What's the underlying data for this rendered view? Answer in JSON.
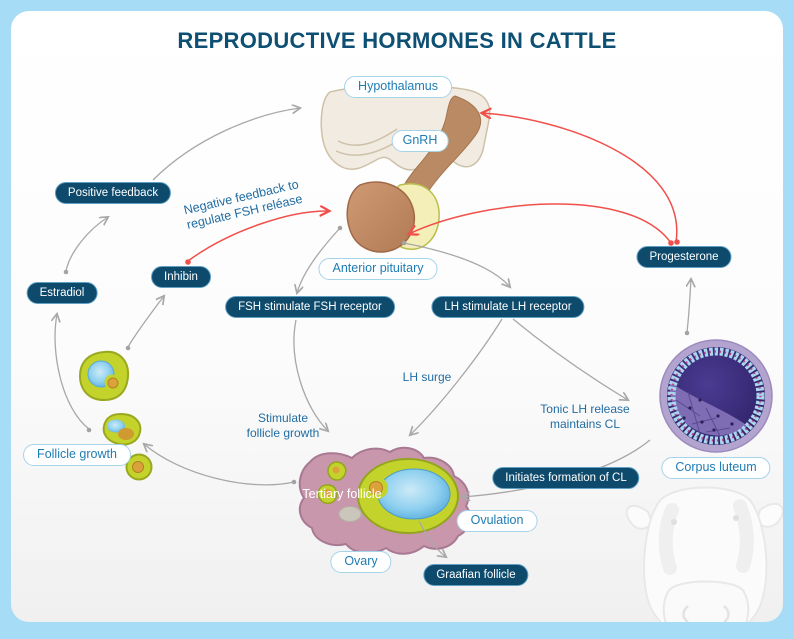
{
  "title": "REPRODUCTIVE HORMONES IN CATTLE",
  "labels": {
    "hypothalamus": "Hypothalamus",
    "gnrh": "GnRH",
    "anterior_pituitary": "Anterior pituitary",
    "positive_feedback": "Positive feedback",
    "inhibin": "Inhibin",
    "estradiol": "Estradiol",
    "fsh_receptor": "FSH stimulate FSH receptor",
    "lh_receptor": "LH stimulate LH receptor",
    "progesterone": "Progesterone",
    "follicle_growth": "Follicle growth",
    "ovary": "Ovary",
    "tertiary_follicle": "Tertiary follicle",
    "ovulation": "Ovulation",
    "graafian_follicle": "Graafian follicle",
    "initiates_cl": "Initiates formation of CL",
    "corpus_luteum": "Corpus luteum"
  },
  "annotations": {
    "negative_feedback": {
      "line1": "Negative feedback to",
      "line2": "regulate FSH reléase"
    },
    "lh_surge": "LH surge",
    "tonic_lh": {
      "line1": "Tonic LH release",
      "line2": "maintains CL"
    },
    "stimulate_growth": {
      "line1": "Stimulate",
      "line2": "follicle growth"
    }
  },
  "colors": {
    "frame": "#a6dcf5",
    "title_text": "#0d5073",
    "dark_pill_bg": "#0e4a6c",
    "light_box_border": "#a5d3ea",
    "blue_text": "#1e7cb4",
    "arrow_gray": "#a8a8a8",
    "arrow_red": "#f04f4a",
    "follicle_green": "#c3d32c",
    "ovary_pink": "#c997ab",
    "corpus_purple": "#3a2d7a"
  }
}
